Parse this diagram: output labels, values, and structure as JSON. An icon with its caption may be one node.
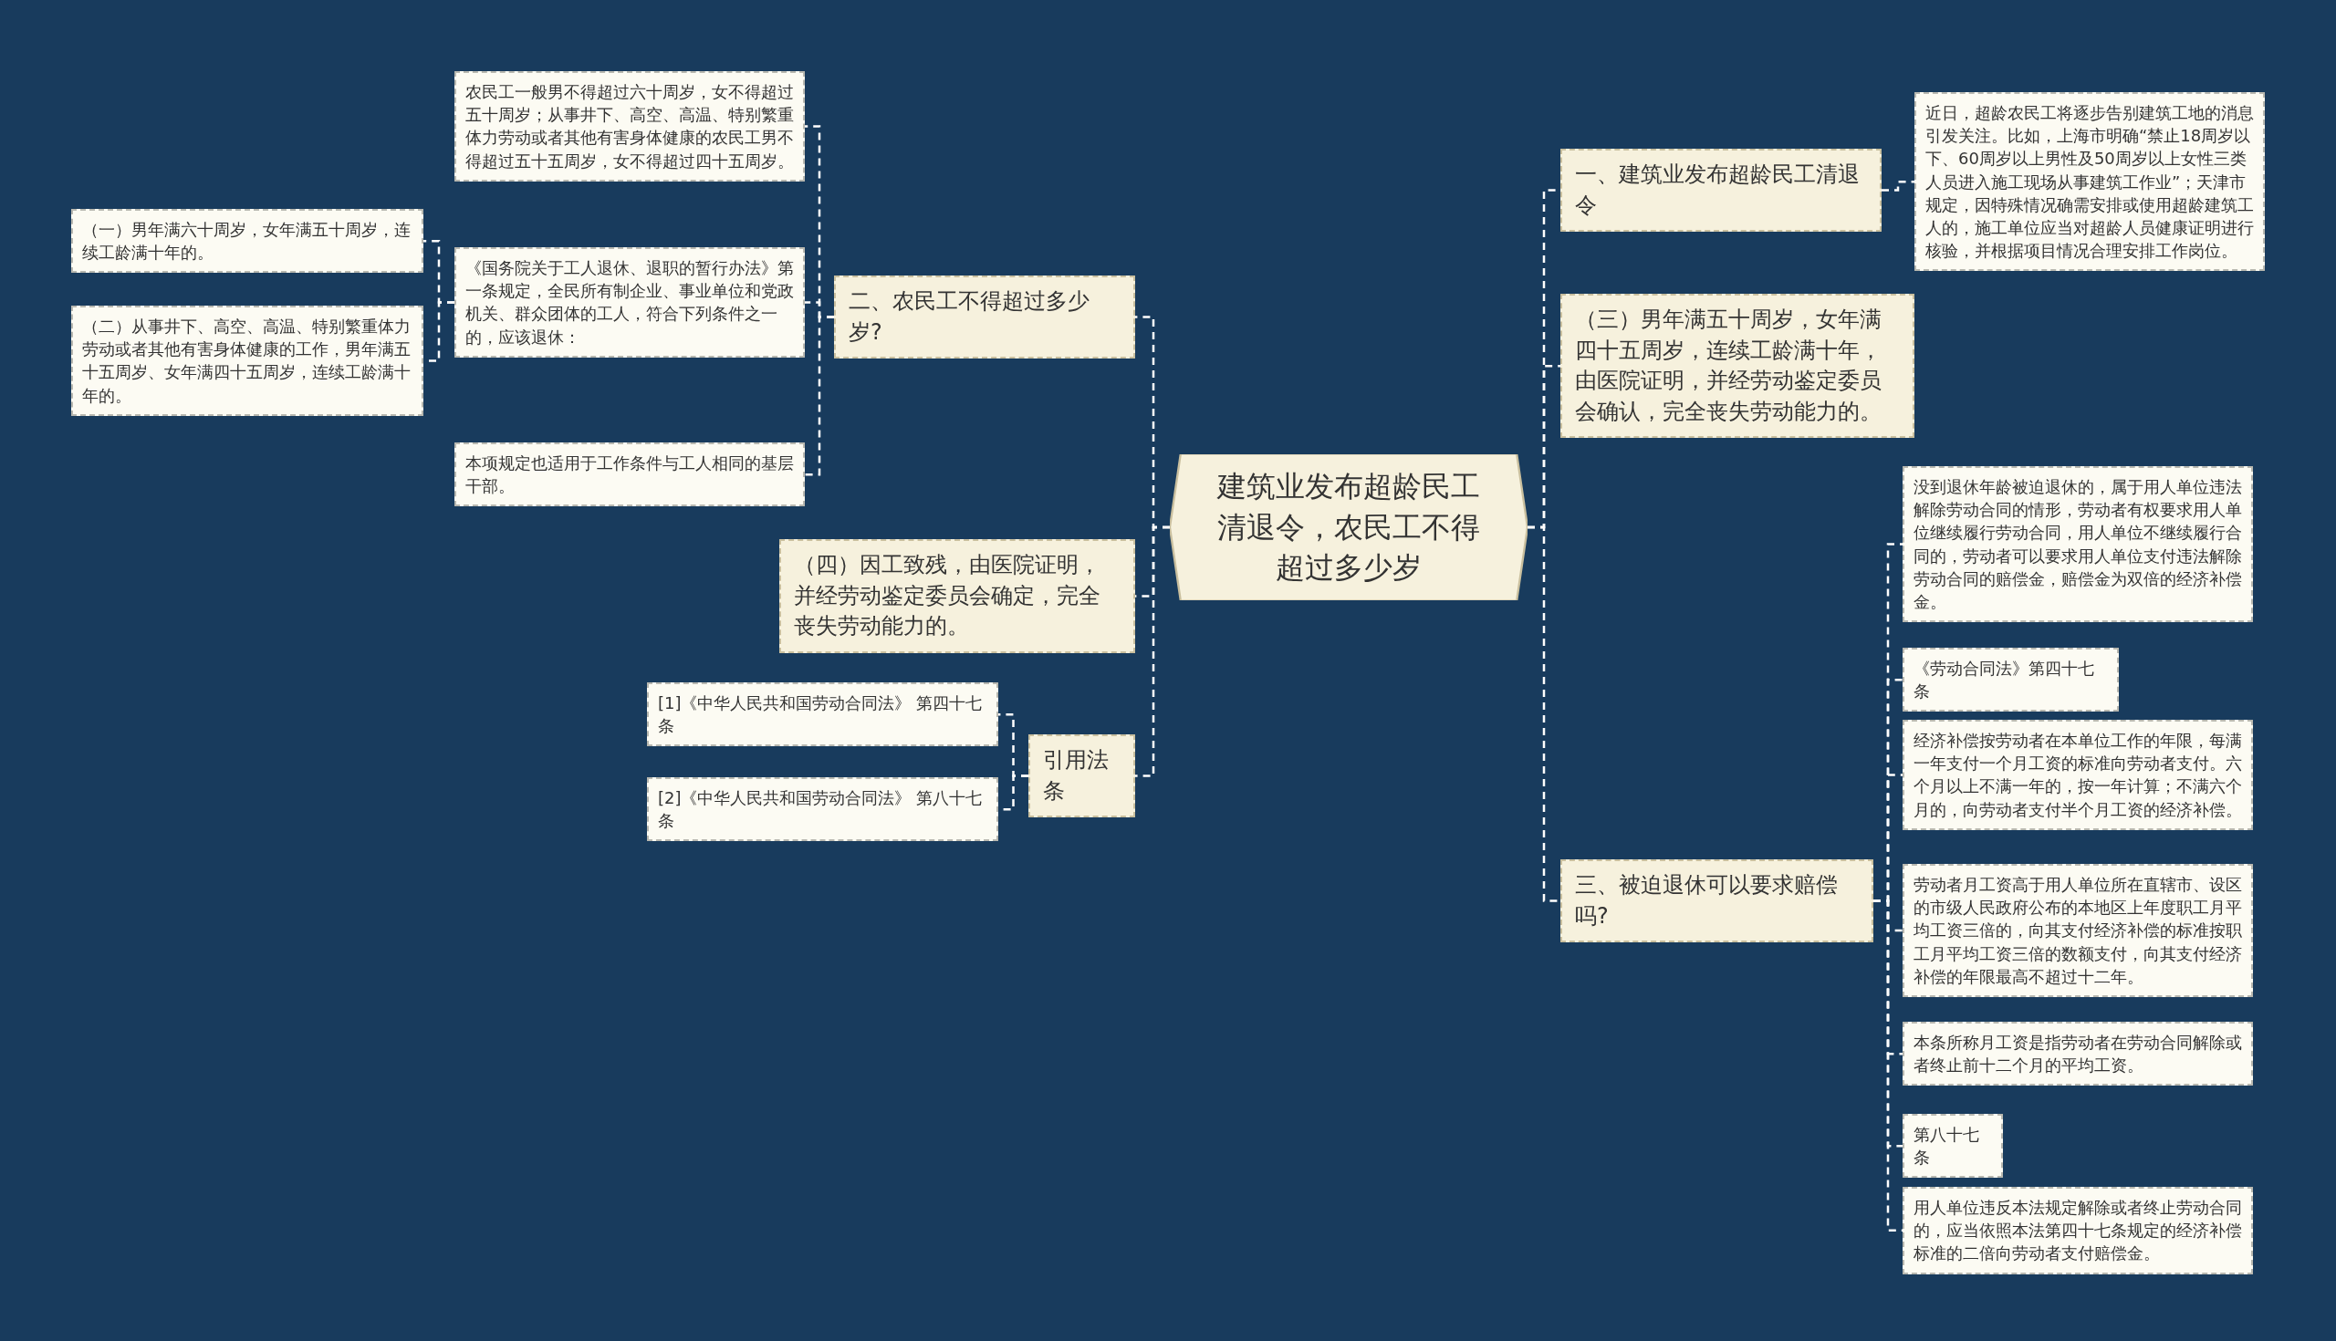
{
  "diagram": {
    "nodes": [
      {
        "text": [
          "建筑业发布超龄民工清退令，农民工不得超过多少岁"
        ]
      },
      {
        "text": [
          "二、农民工不得超过多少岁?"
        ]
      },
      {
        "text": [
          "农民工一般男不得超过六十周岁，女不得超过五十周岁；从事井下、高空、高温、特别繁重体力劳动或者其他有害身体健康的农民工男不得超过五十五周岁，女不得超过四十五周岁。"
        ]
      },
      {
        "text": [
          "《国务院关于工人退休、退职的暂行办法》第一条规定，全民所有制企业、事业单位和党政机关、群众团体的工人，符合下列条件之一的，应该退休："
        ]
      },
      {
        "text": [
          "（一）男年满六十周岁，女年满五十周岁，连续工龄满十年的。"
        ]
      },
      {
        "text": [
          "（二）从事井下、高空、高温、特别繁重体力劳动或者其他有害身体健康的工作，男年满五十五周岁、女年满四十五周岁，连续工龄满十年的。"
        ]
      },
      {
        "text": [
          "本项规定也适用于工作条件与工人相同的基层干部。"
        ]
      },
      {
        "text": [
          "（四）因工致残，由医院证明，并经劳动鉴定委员会确定，完全丧失劳动能力的。"
        ]
      },
      {
        "text": [
          "引用法条"
        ]
      },
      {
        "text": [
          "[1]《中华人民共和国劳动合同法》 第四十七条"
        ]
      },
      {
        "text": [
          "[2]《中华人民共和国劳动合同法》 第八十七条"
        ]
      },
      {
        "text": [
          "一、建筑业发布超龄民工清退令"
        ]
      },
      {
        "text": [
          "近日，超龄农民工将逐步告别建筑工地的消息引发关注。比如，上海市明确“禁止18周岁以下、60周岁以上男性及50周岁以上女性三类人员进入施工现场从事建筑工作业”；天津市规定，因特殊情况确需安排或使用超龄建筑工人的，施工单位应当对超龄人员健康证明进行核验，并根据项目情况合理安排工作岗位。"
        ]
      },
      {
        "text": [
          "（三）男年满五十周岁，女年满四十五周岁，连续工龄满十年，由医院证明，并经劳动鉴定委员会确认，完全丧失劳动能力的。"
        ]
      },
      {
        "text": [
          "三、被迫退休可以要求赔偿吗?"
        ]
      },
      {
        "text": [
          "没到退休年龄被迫退休的，属于用人单位违法解除劳动合同的情形，劳动者有权要求用人单位继续履行劳动合同，用人单位不继续履行合同的，劳动者可以要求用人单位支付违法解除劳动合同的赔偿金，赔偿金为双倍的经济补偿金。"
        ]
      },
      {
        "text": [
          "《劳动合同法》第四十七条"
        ]
      },
      {
        "text": [
          "经济补偿按劳动者在本单位工作的年限，每满一年支付一个月工资的标准向劳动者支付。六个月以上不满一年的，按一年计算；不满六个月的，向劳动者支付半个月工资的经济补偿。"
        ]
      },
      {
        "text": [
          "劳动者月工资高于用人单位所在直辖市、设区的市级人民政府公布的本地区上年度职工月平均工资三倍的，向其支付经济补偿的标准按职工月平均工资三倍的数额支付，向其支付经济补偿的年限最高不超过十二年。"
        ]
      },
      {
        "text": [
          "本条所称月工资是指劳动者在劳动合同解除或者终止前十二个月的平均工资。"
        ]
      },
      {
        "text": [
          "第八十七条"
        ]
      },
      {
        "text": [
          "用人单位违反本法规定解除或者终止劳动合同的，应当依照本法第四十七条规定的经济补偿标准的二倍向劳动者支付赔偿金。"
        ]
      }
    ],
    "edges": [
      {
        "from": 0,
        "to": 1,
        "arrow": "none",
        "style": "dashed"
      },
      {
        "from": 1,
        "to": 2,
        "arrow": "none",
        "style": "dashed"
      },
      {
        "from": 1,
        "to": 3,
        "arrow": "none",
        "style": "dashed"
      },
      {
        "from": 3,
        "to": 4,
        "arrow": "none",
        "style": "dashed"
      },
      {
        "from": 3,
        "to": 5,
        "arrow": "none",
        "style": "dashed"
      },
      {
        "from": 1,
        "to": 6,
        "arrow": "none",
        "style": "dashed"
      },
      {
        "from": 0,
        "to": 7,
        "arrow": "none",
        "style": "dashed"
      },
      {
        "from": 0,
        "to": 8,
        "arrow": "none",
        "style": "dashed"
      },
      {
        "from": 8,
        "to": 9,
        "arrow": "none",
        "style": "dashed"
      },
      {
        "from": 8,
        "to": 10,
        "arrow": "none",
        "style": "dashed"
      },
      {
        "from": 0,
        "to": 11,
        "arrow": "none",
        "style": "dashed"
      },
      {
        "from": 11,
        "to": 12,
        "arrow": "none",
        "style": "dashed"
      },
      {
        "from": 0,
        "to": 13,
        "arrow": "none",
        "style": "dashed"
      },
      {
        "from": 0,
        "to": 14,
        "arrow": "none",
        "style": "dashed"
      },
      {
        "from": 14,
        "to": 15,
        "arrow": "none",
        "style": "dashed"
      },
      {
        "from": 14,
        "to": 16,
        "arrow": "none",
        "style": "dashed"
      },
      {
        "from": 14,
        "to": 17,
        "arrow": "none",
        "style": "dashed"
      },
      {
        "from": 14,
        "to": 18,
        "arrow": "none",
        "style": "dashed"
      },
      {
        "from": 14,
        "to": 19,
        "arrow": "none",
        "style": "dashed"
      },
      {
        "from": 14,
        "to": 20,
        "arrow": "none",
        "style": "dashed"
      },
      {
        "from": 14,
        "to": 21,
        "arrow": "none",
        "style": "dashed"
      }
    ]
  }
}
